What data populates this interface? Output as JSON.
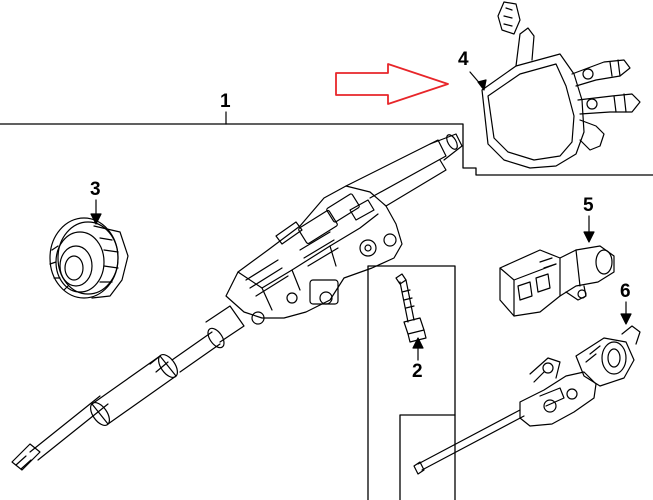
{
  "callouts": {
    "part_1": "1",
    "part_2": "2",
    "part_3": "3",
    "part_4": "4",
    "part_5": "5",
    "part_6": "6"
  },
  "colors": {
    "line": "#000000",
    "highlight_arrow": "#e8262a",
    "background": "#ffffff"
  },
  "icons": {
    "highlight": "red-outline-arrow-icon",
    "leader": "arrowhead-icon"
  }
}
